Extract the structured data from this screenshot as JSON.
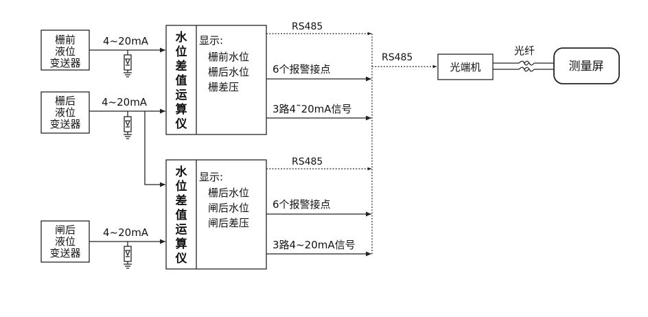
{
  "sensors": {
    "s1": [
      "栅前",
      "液位",
      "变送器"
    ],
    "s2": [
      "栅后",
      "液位",
      "变送器"
    ],
    "s3": [
      "闸后",
      "液位",
      "变送器"
    ]
  },
  "signal_current": "4~20mA",
  "instrument": {
    "name_chars": [
      "水",
      "位",
      "差",
      "值",
      "运",
      "算",
      "仪"
    ],
    "display_label": "显示:",
    "unit1_items": [
      "栅前水位",
      "栅后水位",
      "栅差压"
    ],
    "unit2_items": [
      "栅后水位",
      "闸后水位",
      "闸后差压"
    ]
  },
  "outputs": {
    "rs485": "RS485",
    "alarm": "6个报警接点",
    "analog_unit1": "3路4˜20mA信号",
    "analog_unit2": "3路4~20mA信号"
  },
  "link": {
    "rs485": "RS485",
    "optical_terminal": "光端机",
    "fiber": "光纤",
    "screen": "测量屏"
  }
}
